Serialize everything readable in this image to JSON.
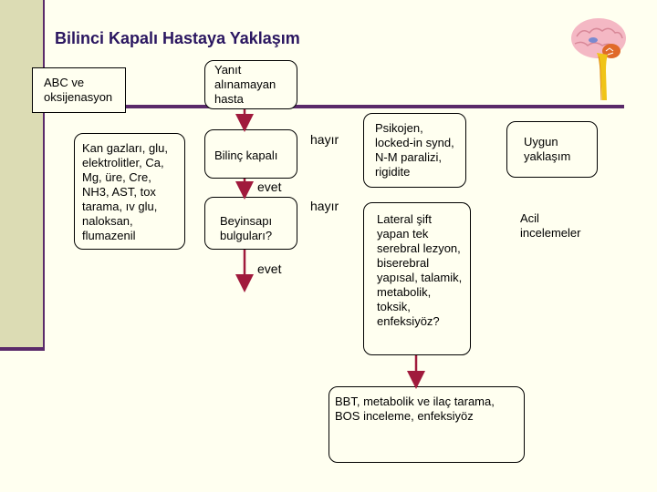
{
  "title": "Bilinci Kapalı Hastaya Yaklaşım",
  "nodes": {
    "abc": "ABC ve oksijenasyon",
    "labs": "Kan gazları, glu, elektrolitler, Ca, Mg, üre, Cre, NH3, AST, tox tarama, ıv glu, naloksan, flumazenil",
    "unresponsive": "Yanıt alınamayan hasta",
    "consciousness": "Bilinç kapalı",
    "brainstem": "Beyinsapı bulguları?",
    "psychogenic": "Psikojen, locked-in synd, N-M paralizi, rigidite",
    "lateral": "Lateral şift yapan tek serebral lezyon, biserebral yapısal, talamik, metabolik, toksik, enfeksiyöz?",
    "tests": "BBT, metabolik ve ilaç tarama, BOS inceleme, enfeksiyöz",
    "approach": "Uygun yaklaşım",
    "emergency": "Acil incelemeler"
  },
  "edge_labels": {
    "no1": "hayır",
    "yes1": "evet",
    "no2": "hayır",
    "yes2": "evet"
  },
  "colors": {
    "title": "#2a1660",
    "arrow": "#a01a3c",
    "accent_rule": "#5a2a6a",
    "sidebar": "#dcdcb4"
  },
  "icons": {
    "brain": "brain-sagittal-icon"
  }
}
